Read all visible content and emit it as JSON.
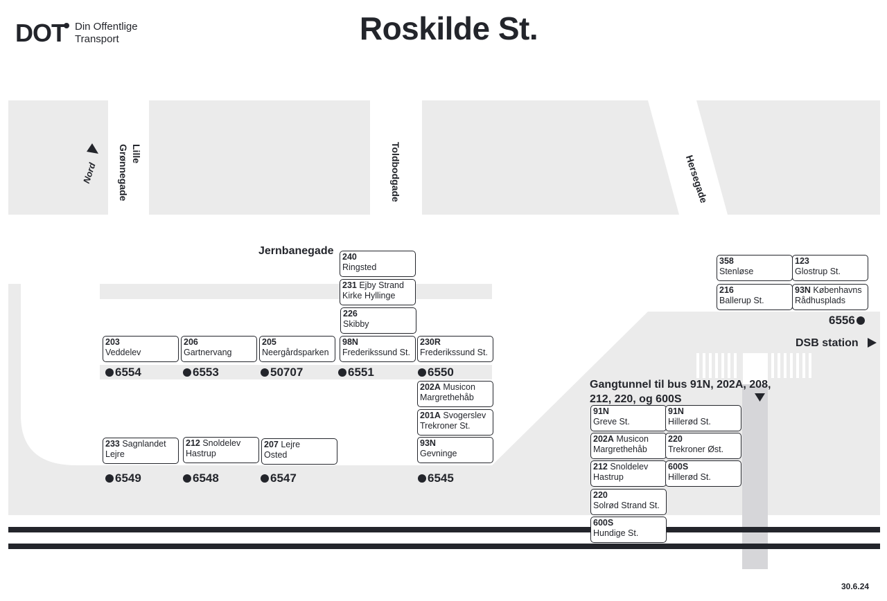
{
  "header": {
    "logo": "DOT",
    "logo_text_1": "Din Offentlige",
    "logo_text_2": "Transport",
    "title": "Roskilde St."
  },
  "streets": {
    "lille_1": "Lille",
    "lille_2": "Grønnegade",
    "toldbodgade": "Toldbodgade",
    "hersegade": "Hersegade",
    "jernbanegade": "Jernbanegade",
    "north": "Nord"
  },
  "labels": {
    "dsb": "DSB station",
    "tunnel_1": "Gangtunnel til bus 91N, 202A, 208,",
    "tunnel_2": "212, 220,  og 600S",
    "date": "30.6.24"
  },
  "boxes": [
    {
      "route": "240",
      "line1": "",
      "line2": "Ringsted"
    },
    {
      "route": "231",
      "line1": "Ejby Strand",
      "line2": "Kirke Hyllinge"
    },
    {
      "route": "226",
      "line1": "",
      "line2": "Skibby"
    },
    {
      "route": "203",
      "line1": "",
      "line2": "Veddelev"
    },
    {
      "route": "206",
      "line1": "",
      "line2": "Gartnervang"
    },
    {
      "route": "205",
      "line1": "",
      "line2": "Neergårdsparken"
    },
    {
      "route": "98N",
      "line1": "",
      "line2": "Frederikssund St."
    },
    {
      "route": "230R",
      "line1": "",
      "line2": "Frederikssund St."
    },
    {
      "route": "202A",
      "line1": "Musicon",
      "line2": "Margrethehåb"
    },
    {
      "route": "201A",
      "line1": "Svogerslev",
      "line2": "Trekroner St."
    },
    {
      "route": "93N",
      "line1": "",
      "line2": "Gevninge"
    },
    {
      "route": "233",
      "line1": "Sagnlandet",
      "line2": "Lejre"
    },
    {
      "route": "212",
      "line1": "Snoldelev",
      "line2": "Hastrup"
    },
    {
      "route": "207",
      "line1": "Lejre",
      "line2": "Osted"
    },
    {
      "route": "358",
      "line1": "",
      "line2": "Stenløse"
    },
    {
      "route": "123",
      "line1": "",
      "line2": "Glostrup St."
    },
    {
      "route": "216",
      "line1": "",
      "line2": "Ballerup St."
    },
    {
      "route": "93N",
      "line1": "Københavns",
      "line2": "Rådhusplads"
    },
    {
      "route": "91N",
      "line1": "",
      "line2": "Greve St."
    },
    {
      "route": "91N",
      "line1": "",
      "line2": "Hillerød St."
    },
    {
      "route": "202A",
      "line1": "Musicon",
      "line2": "Margrethehåb"
    },
    {
      "route": "220",
      "line1": "",
      "line2": "Trekroner Øst."
    },
    {
      "route": "212",
      "line1": "Snoldelev",
      "line2": "Hastrup"
    },
    {
      "route": "600S",
      "line1": "",
      "line2": "Hillerød St."
    },
    {
      "route": "220",
      "line1": "",
      "line2": "Solrød Strand St."
    },
    {
      "route": "600S",
      "line1": "",
      "line2": "Hundige St."
    }
  ],
  "stops": [
    "6554",
    "6553",
    "50707",
    "6551",
    "6550",
    "6549",
    "6548",
    "6547",
    "6545",
    "6556"
  ],
  "colors": {
    "ink": "#23252b",
    "area": "#ebebeb",
    "tunnel": "#d6d6d9"
  }
}
